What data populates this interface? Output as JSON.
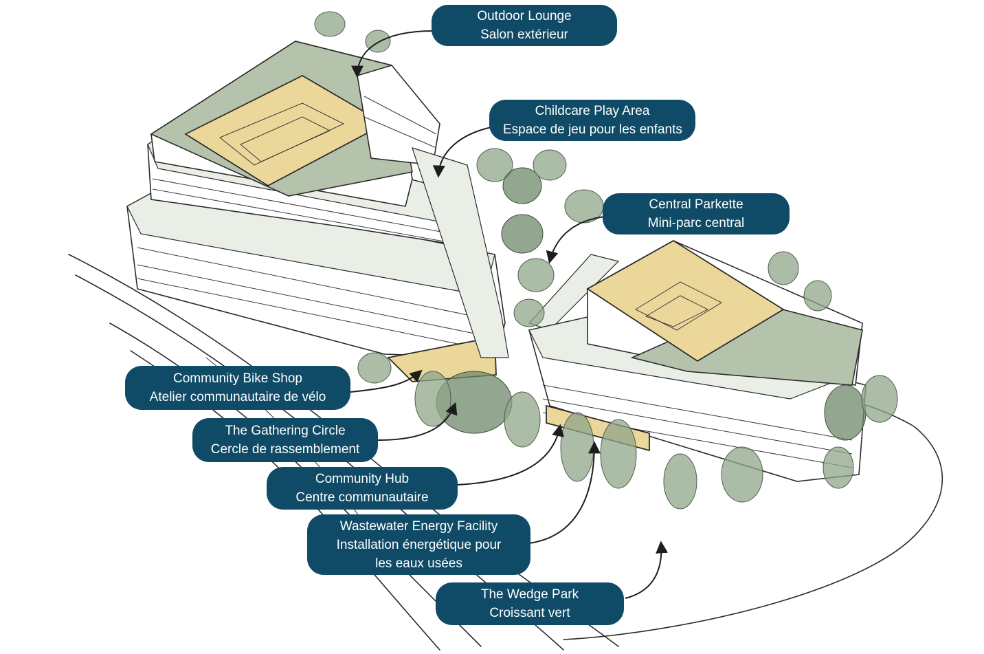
{
  "callouts": [
    {
      "en": "Outdoor Lounge",
      "fr": "Salon extérieur"
    },
    {
      "en": "Childcare Play Area",
      "fr": "Espace de jeu pour les enfants"
    },
    {
      "en": "Central Parkette",
      "fr": "Mini-parc central"
    },
    {
      "en": "Community Bike Shop",
      "fr": "Atelier communautaire de vélo"
    },
    {
      "en": "The Gathering Circle",
      "fr": "Cercle de rassemblement"
    },
    {
      "en": "Community Hub",
      "fr": "Centre communautaire"
    },
    {
      "en": "Wastewater Energy Facility",
      "fr": "Installation énergétique pour",
      "fr2": "les eaux usées"
    },
    {
      "en": "The Wedge Park",
      "fr": "Croissant vert"
    }
  ],
  "colors": {
    "callout_bg": "#0f4a66",
    "callout_text": "#ffffff",
    "roof_green": "#b5c3ad",
    "roof_yellow": "#ecd79a",
    "tree": "#8fa68a"
  }
}
